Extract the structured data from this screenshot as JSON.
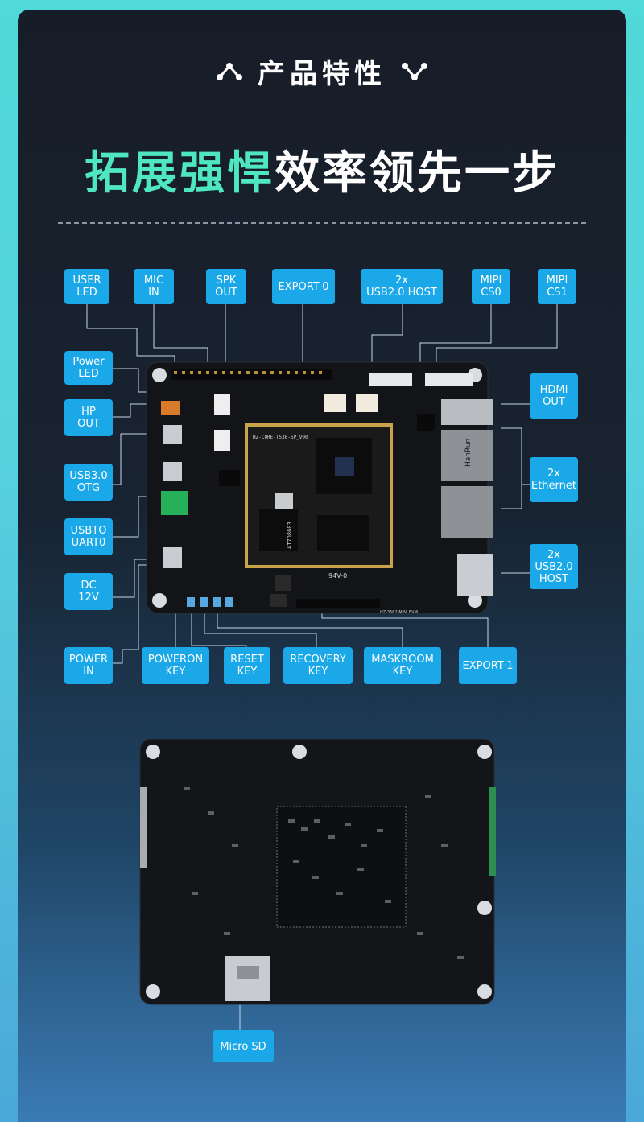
{
  "header": {
    "title": "产品特性",
    "icon_left": "share-node-icon",
    "icon_right": "share-node-icon"
  },
  "headline": {
    "highlight": "拓展强悍",
    "rest": "效率领先一步"
  },
  "labels": {
    "user_led": "USER\nLED",
    "mic_in": "MIC\nIN",
    "spk_out": "SPK\nOUT",
    "export0": "EXPORT-0",
    "usb_host_top": "2x\nUSB2.0 HOST",
    "mipi_cs0": "MIPI\nCS0",
    "mipi_cs1": "MIPI\nCS1",
    "power_led": "Power\nLED",
    "hp_out": "HP\nOUT",
    "usb3_otg": "USB3.0\nOTG",
    "usb_uart0": "USBTO\nUART0",
    "dc_12v": "DC\n12V",
    "hdmi_out": "HDMI\nOUT",
    "ethernet": "2x\nEthernet",
    "usb_host_right": "2x\nUSB2.0\nHOST",
    "power_in": "POWER\nIN",
    "poweron_key": "POWERON\nKEY",
    "reset_key": "RESET\nKEY",
    "recovery_key": "RECOVERY\nKEY",
    "maskroom_key": "MASKROOM\nKEY",
    "export1": "EXPORT-1",
    "micro_sd": "Micro SD"
  },
  "board_front": {
    "som_marking": "HZ-CORE-T536-SP_V00",
    "chip_marking": "AT7D8603",
    "rj45_brand": "HanRun",
    "pcb_code": "94V-0",
    "board_name": "HZ-3562-MINI EVM"
  },
  "colors": {
    "label_bg": "#1aa8e8",
    "headline_highlight": "#4fe6c3",
    "wire": "#c8d6e6"
  }
}
